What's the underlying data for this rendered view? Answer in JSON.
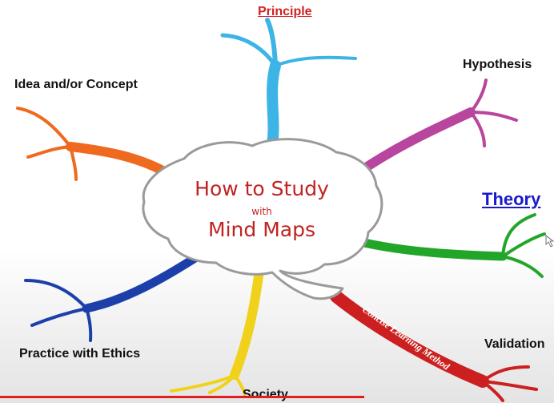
{
  "center": {
    "line1": "How to Study",
    "line2": "with",
    "line3": "Mind Maps"
  },
  "branches": {
    "principle": "Principle",
    "hypothesis": "Hypothesis",
    "idea": "Idea and/or Concept",
    "theory": "Theory",
    "practice": "Practice with Ethics",
    "validation": "Validation",
    "society": "Society",
    "method": "Concise Learning Method"
  },
  "colors": {
    "principle": "#3db4e6",
    "hypothesis": "#b8459e",
    "idea": "#ef6a1e",
    "theory": "#22a629",
    "practice": "#1c3faa",
    "validation": "#cc2020",
    "society": "#f0d21c",
    "center_text": "#c22222"
  },
  "cursor_icon": "arrow-cursor-icon"
}
